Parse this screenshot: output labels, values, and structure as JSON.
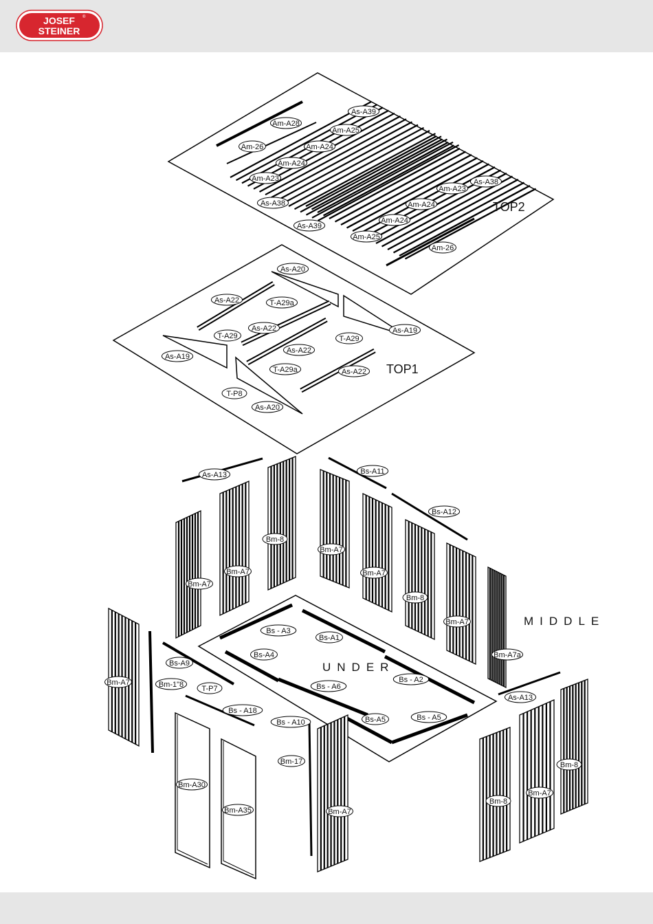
{
  "brand": {
    "line1": "JOSEF",
    "line2": "STEINER",
    "reg": "®",
    "color": "#d7262f"
  },
  "sections": {
    "top2": "TOP2",
    "top1": "TOP1",
    "middle": "MIDDLE",
    "under": "UNDER"
  },
  "labels": {
    "top2": [
      "As-A39",
      "Am-A28",
      "Am-A25",
      "Am-26",
      "Am-A24",
      "Am-A24",
      "Am-A23",
      "As-A38",
      "As-A38",
      "Am-A23",
      "Am-A24",
      "Am-A24",
      "As-A39",
      "Am-A25",
      "Am-26"
    ],
    "top1": [
      "As-A20",
      "As-A22",
      "T-A29a",
      "As-A22",
      "T-A29",
      "As-A22",
      "T-A29",
      "As-A19",
      "As-A19",
      "T-A29a",
      "As-A22",
      "T-P8",
      "As-A20"
    ],
    "middle": [
      "As-A13",
      "Bs-A11",
      "Bs-A12",
      "Bm-8",
      "Bm-A7",
      "Bm-A7",
      "Bm-A7",
      "Bm-8",
      "Bm-A7",
      "Bm-A7",
      "Bm-A7a",
      "Bm-A7",
      "Bm-1\"8",
      "Bs-A9",
      "T-P7",
      "As-A13",
      "Bm-8",
      "Bm-A7",
      "Bm-8",
      "Bm-17",
      "Bm-A7",
      "Bm-A30",
      "Bm-A35"
    ],
    "under": [
      "Bs - A3",
      "Bs-A1",
      "Bs-A4",
      "Bs - A6",
      "Bs - A2",
      "Bs - A18",
      "Bs - A10",
      "Bs-A5",
      "Bs - A5"
    ]
  }
}
